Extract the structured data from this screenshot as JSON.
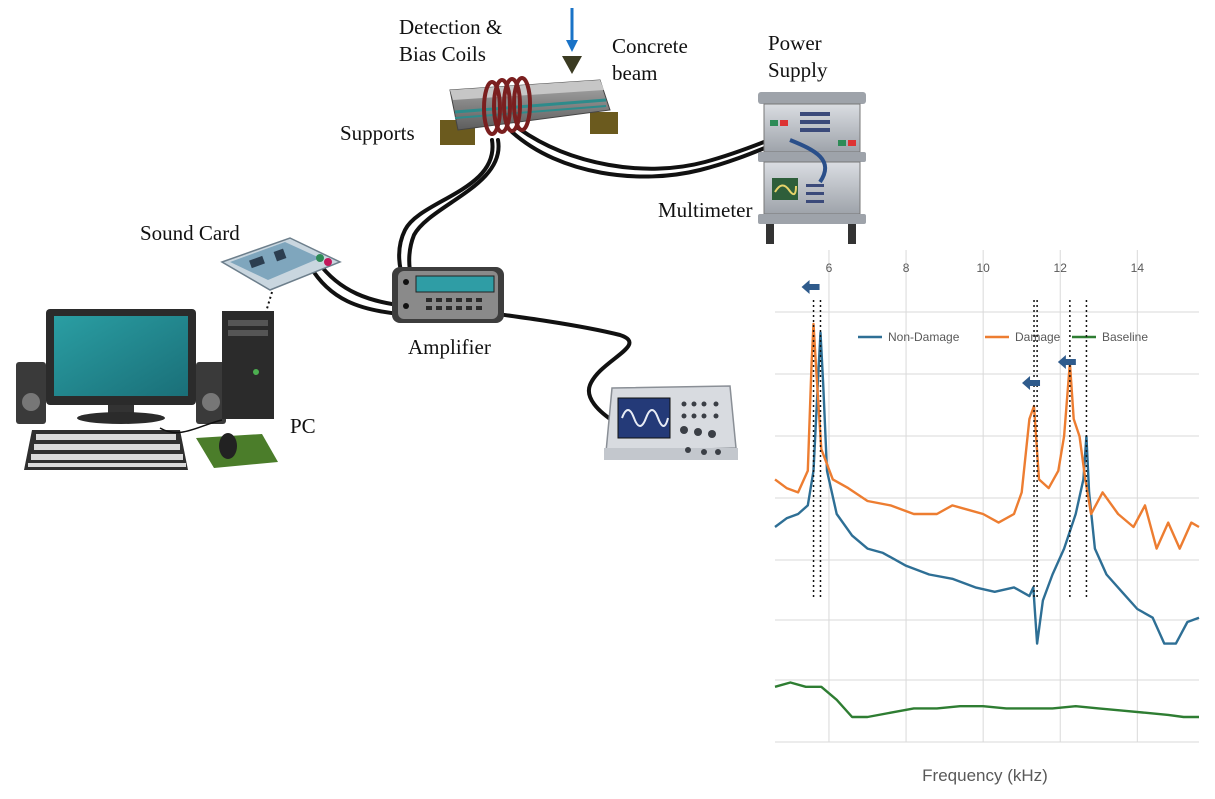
{
  "labels": {
    "coils_line1": "Detection &",
    "coils_line2": "Bias Coils",
    "beam_line1": "Concrete",
    "beam_line2": "beam",
    "power_line1": "Power",
    "power_line2": "Supply",
    "supports": "Supports",
    "multimeter": "Multimeter",
    "sound_card": "Sound Card",
    "amplifier": "Amplifier",
    "pc": "PC"
  },
  "colors": {
    "non_damage": "#2e6f95",
    "damage": "#ed7d31",
    "baseline": "#2e7d32",
    "cable": "#111111",
    "coil": "#7a1f1f",
    "arrow": "#2f5b8c"
  },
  "chart_data": {
    "type": "line",
    "x_ticks": [
      "6",
      "8",
      "10",
      "12",
      "14"
    ],
    "xlim": [
      4.6,
      15.6
    ],
    "xlabel": "Frequency (kHz)",
    "ylabel": "",
    "grid": true,
    "legend_placement": "top",
    "series": [
      {
        "name": "Non-Damage",
        "color": "#2e6f95",
        "points": [
          [
            4.6,
            0.47
          ],
          [
            4.9,
            0.49
          ],
          [
            5.2,
            0.5
          ],
          [
            5.45,
            0.52
          ],
          [
            5.6,
            0.6
          ],
          [
            5.72,
            0.82
          ],
          [
            5.78,
            0.92
          ],
          [
            5.85,
            0.8
          ],
          [
            5.95,
            0.6
          ],
          [
            6.2,
            0.5
          ],
          [
            6.6,
            0.45
          ],
          [
            7.0,
            0.42
          ],
          [
            7.4,
            0.41
          ],
          [
            8.0,
            0.38
          ],
          [
            8.6,
            0.36
          ],
          [
            9.2,
            0.35
          ],
          [
            9.8,
            0.33
          ],
          [
            10.3,
            0.32
          ],
          [
            10.8,
            0.33
          ],
          [
            11.2,
            0.31
          ],
          [
            11.3,
            0.33
          ],
          [
            11.4,
            0.2
          ],
          [
            11.55,
            0.3
          ],
          [
            11.8,
            0.36
          ],
          [
            12.1,
            0.42
          ],
          [
            12.4,
            0.5
          ],
          [
            12.6,
            0.58
          ],
          [
            12.68,
            0.68
          ],
          [
            12.75,
            0.55
          ],
          [
            12.9,
            0.42
          ],
          [
            13.2,
            0.36
          ],
          [
            13.6,
            0.32
          ],
          [
            14.0,
            0.28
          ],
          [
            14.4,
            0.26
          ],
          [
            14.7,
            0.2
          ],
          [
            15.0,
            0.2
          ],
          [
            15.3,
            0.25
          ],
          [
            15.6,
            0.26
          ]
        ]
      },
      {
        "name": "Damage",
        "color": "#ed7d31",
        "points": [
          [
            4.6,
            0.58
          ],
          [
            4.9,
            0.56
          ],
          [
            5.2,
            0.55
          ],
          [
            5.45,
            0.6
          ],
          [
            5.55,
            0.85
          ],
          [
            5.6,
            0.94
          ],
          [
            5.68,
            0.82
          ],
          [
            5.8,
            0.65
          ],
          [
            6.1,
            0.58
          ],
          [
            6.5,
            0.56
          ],
          [
            7.0,
            0.53
          ],
          [
            7.6,
            0.52
          ],
          [
            8.2,
            0.5
          ],
          [
            8.8,
            0.5
          ],
          [
            9.2,
            0.52
          ],
          [
            9.6,
            0.51
          ],
          [
            10.0,
            0.5
          ],
          [
            10.4,
            0.48
          ],
          [
            10.8,
            0.5
          ],
          [
            11.0,
            0.55
          ],
          [
            11.2,
            0.72
          ],
          [
            11.32,
            0.75
          ],
          [
            11.45,
            0.58
          ],
          [
            11.7,
            0.56
          ],
          [
            11.95,
            0.6
          ],
          [
            12.1,
            0.68
          ],
          [
            12.25,
            0.85
          ],
          [
            12.35,
            0.72
          ],
          [
            12.5,
            0.68
          ],
          [
            12.65,
            0.58
          ],
          [
            12.8,
            0.5
          ],
          [
            13.1,
            0.55
          ],
          [
            13.5,
            0.5
          ],
          [
            13.9,
            0.47
          ],
          [
            14.2,
            0.52
          ],
          [
            14.5,
            0.42
          ],
          [
            14.8,
            0.48
          ],
          [
            15.1,
            0.42
          ],
          [
            15.4,
            0.48
          ],
          [
            15.6,
            0.47
          ]
        ]
      },
      {
        "name": "Baseline",
        "color": "#2e7d32",
        "points": [
          [
            4.6,
            0.1
          ],
          [
            5.0,
            0.11
          ],
          [
            5.4,
            0.1
          ],
          [
            5.8,
            0.1
          ],
          [
            6.2,
            0.07
          ],
          [
            6.6,
            0.03
          ],
          [
            7.0,
            0.03
          ],
          [
            7.6,
            0.04
          ],
          [
            8.2,
            0.05
          ],
          [
            8.8,
            0.05
          ],
          [
            9.4,
            0.055
          ],
          [
            10.0,
            0.055
          ],
          [
            10.6,
            0.05
          ],
          [
            11.2,
            0.05
          ],
          [
            11.8,
            0.05
          ],
          [
            12.4,
            0.055
          ],
          [
            13.0,
            0.05
          ],
          [
            13.6,
            0.045
          ],
          [
            14.2,
            0.04
          ],
          [
            14.8,
            0.035
          ],
          [
            15.2,
            0.03
          ],
          [
            15.6,
            0.03
          ]
        ]
      }
    ]
  }
}
